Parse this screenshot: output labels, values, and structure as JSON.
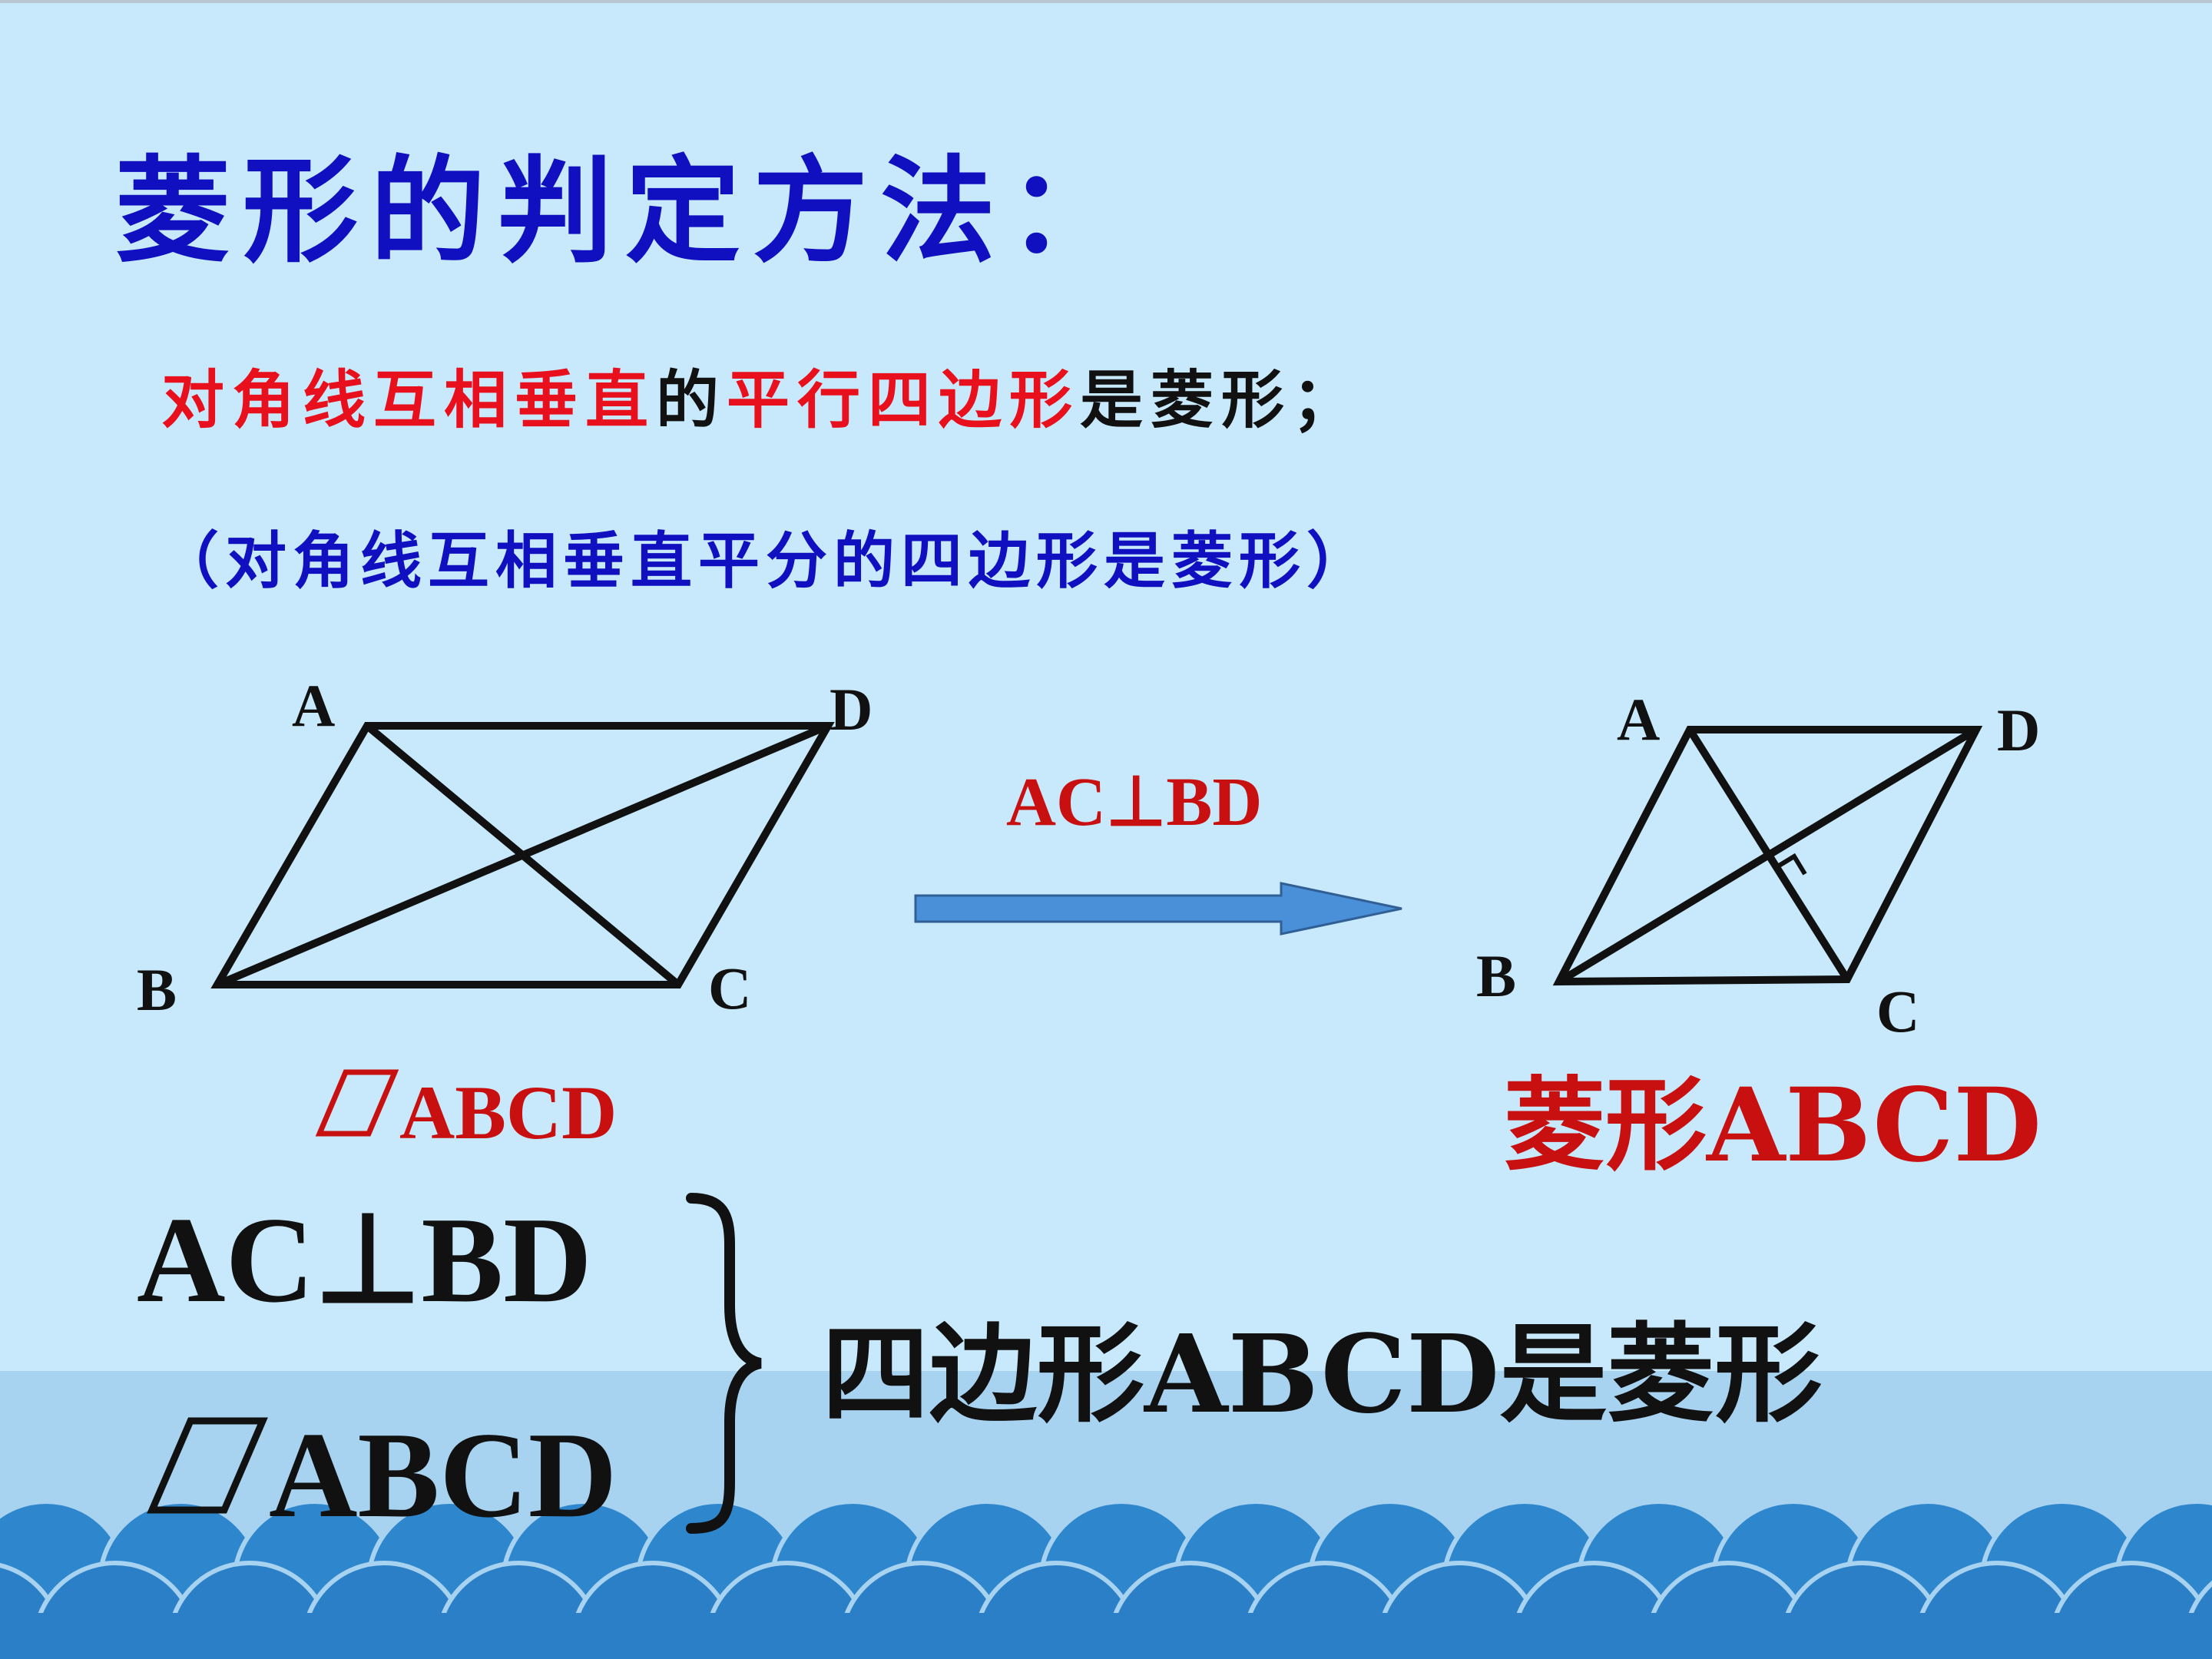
{
  "title": "菱形的判定方法：",
  "definition": {
    "part1": "对角线互相垂直",
    "part2": "的",
    "part3": "平行四边形",
    "part4": "是菱形；"
  },
  "note": "（对角线互相垂直平分的四边形是菱形）",
  "left_figure": {
    "labels": {
      "A": "A",
      "B": "B",
      "C": "C",
      "D": "D"
    },
    "name": "ABCD"
  },
  "arrow_label": "AC⊥BD",
  "right_figure": {
    "labels": {
      "A": "A",
      "B": "B",
      "C": "C",
      "D": "D"
    },
    "name": "菱形ABCD"
  },
  "bottom": {
    "premise1": "AC⊥BD",
    "premise2": "ABCD",
    "conclusion": "四边形ABCD是菱形"
  },
  "colors": {
    "title_blue": "#1010c0",
    "emphasis_red": "#e8101c",
    "label_red": "#c81010",
    "arrow_fill": "#4a90d8",
    "wave_blue": "#2e86cc"
  }
}
